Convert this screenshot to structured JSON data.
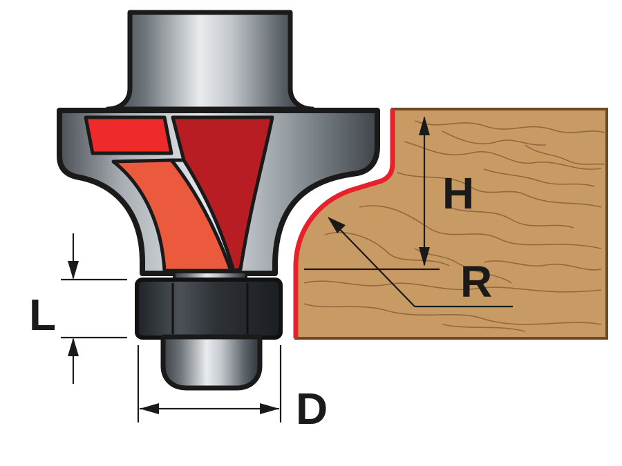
{
  "labels": {
    "height": "H",
    "radius": "R",
    "bearing_length": "L",
    "bearing_diameter": "D"
  },
  "colors": {
    "outline": "#1a1a1a",
    "cutter_dark_red": "#b81d24",
    "cutter_bright_red": "#ee2a2a",
    "cutter_orange_red": "#ec5a3e",
    "wood": "#c89a64",
    "wood_grain": "#8a6035",
    "cut_edge": "#e8202a",
    "dimension_line": "#1a1a1a"
  },
  "icons": {
    "cutter": "router-bit-icon",
    "bearing": "bearing-icon",
    "workpiece": "wood-workpiece-icon"
  }
}
